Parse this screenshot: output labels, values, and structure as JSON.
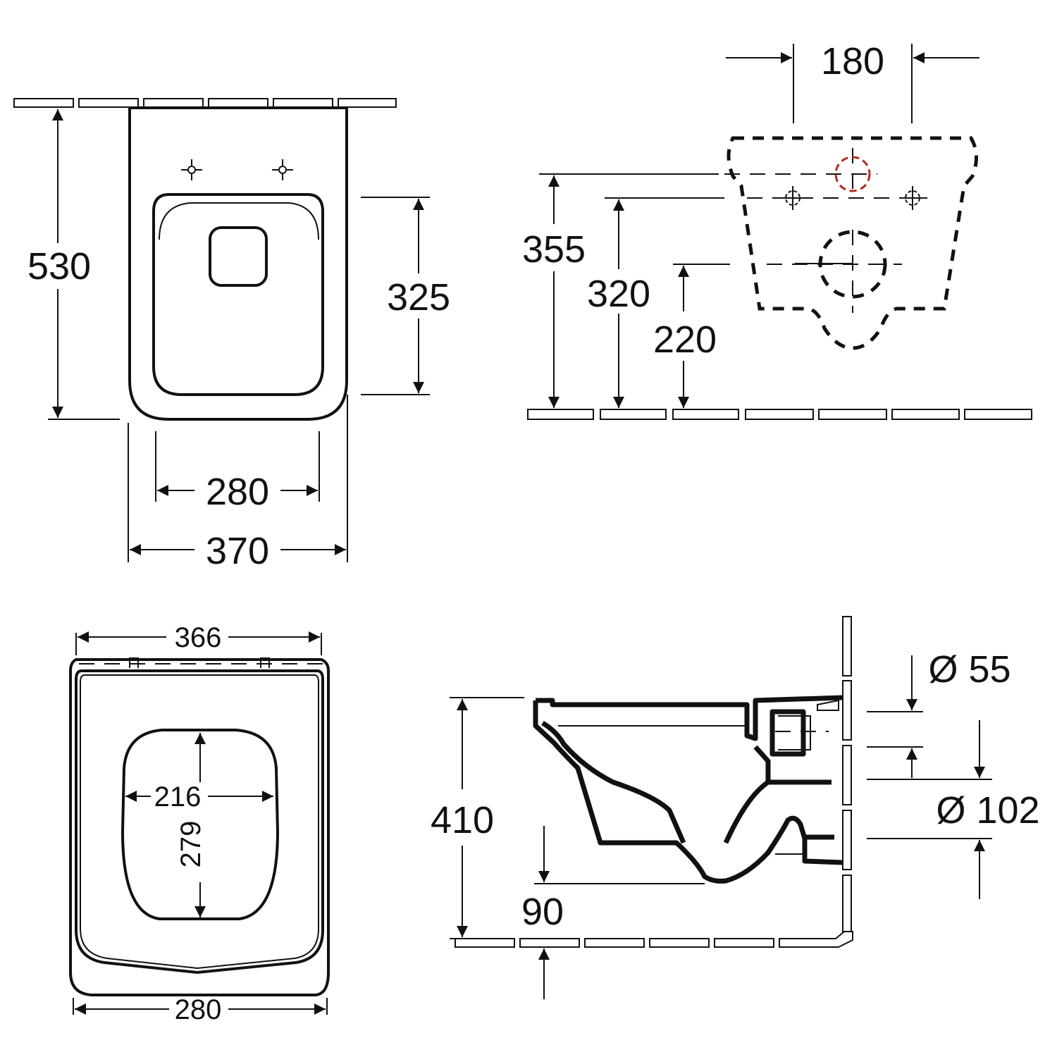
{
  "views": {
    "top_view": {
      "dims": {
        "depth": "530",
        "seat_depth": "325",
        "inner_width": "280",
        "outer_width": "370"
      }
    },
    "wall_view": {
      "dims": {
        "bolt_spacing": "180",
        "inlet_height": "355",
        "bolt_height": "320",
        "outlet_height": "220"
      }
    },
    "seat_view": {
      "dims": {
        "seat_width_top": "366",
        "opening_width": "216",
        "opening_depth": "279",
        "seat_width_bottom": "280"
      }
    },
    "side_view": {
      "dims": {
        "height": "410",
        "floor_offset": "90",
        "inlet_diameter": "Ø 55",
        "outlet_diameter": "Ø 102"
      }
    }
  },
  "colors": {
    "line": "#111111",
    "accent": "#b42a1e",
    "background": "#ffffff"
  }
}
